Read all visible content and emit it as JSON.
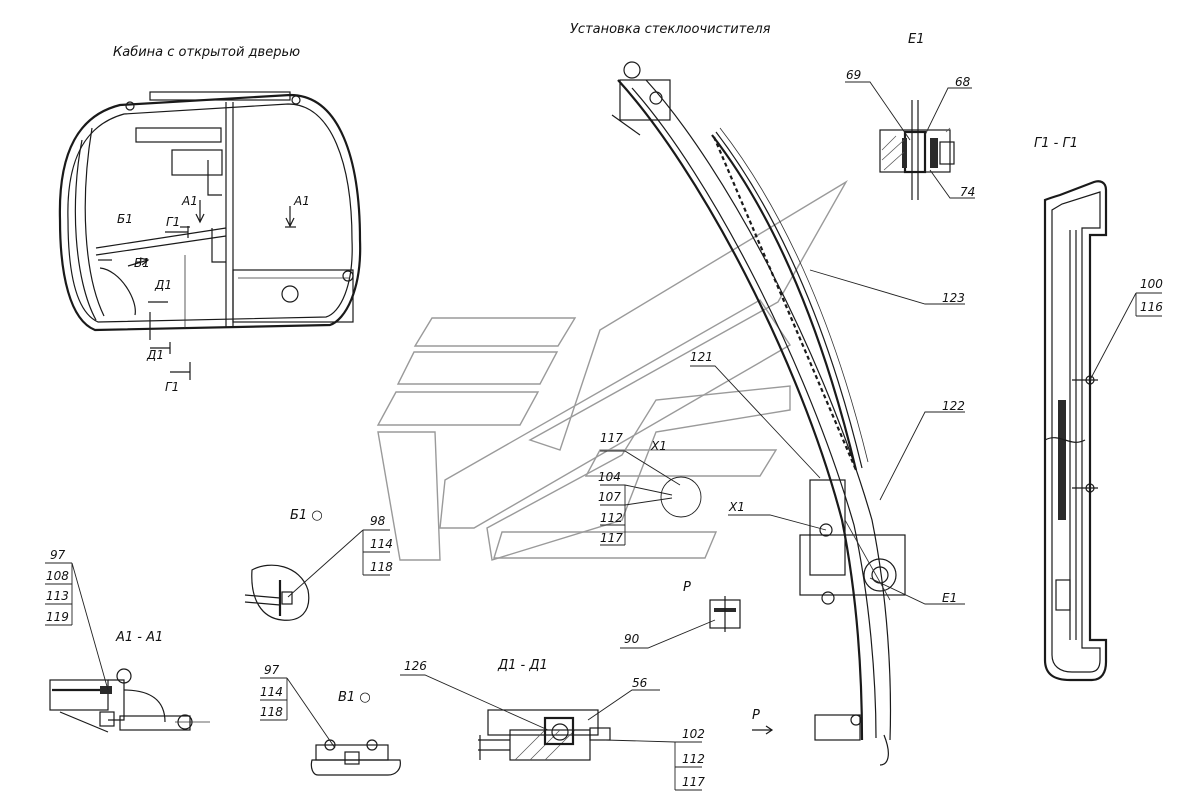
{
  "titles": {
    "cab": "Кабина с открытой дверью",
    "wiper": "Установка стеклоочистителя",
    "e1": "Е1",
    "g1": "Г1 - Г1",
    "a1": "А1 - А1",
    "d1": "Д1 - Д1",
    "b1": "Б1",
    "v1": "В1",
    "p1": "Р",
    "p2": "Р"
  },
  "cab_marks": {
    "a1_left": "А1",
    "a1_right": "А1",
    "g1_top": "Г1",
    "g1_bottom": "Г1",
    "b1": "Б1",
    "v1": "В1",
    "d1_top": "Д1",
    "d1_bottom": "Д1"
  },
  "callouts": {
    "n69": "69",
    "n68": "68",
    "n74": "74",
    "n123": "123",
    "n121": "121",
    "n122": "122",
    "n117a": "117",
    "n104": "104",
    "n107": "107",
    "n112a": "112",
    "n117b": "117",
    "x1a": "Х1",
    "x1b": "Х1",
    "e1leader": "Е1",
    "n100": "100",
    "n116": "116",
    "n98": "98",
    "n114a": "114",
    "n118a": "118",
    "n97a": "97",
    "n108": "108",
    "n113": "113",
    "n119": "119",
    "n97b": "97",
    "n114b": "114",
    "n118b": "118",
    "n126": "126",
    "n56": "56",
    "n102": "102",
    "n112b": "112",
    "n117c": "117",
    "n90": "90"
  }
}
